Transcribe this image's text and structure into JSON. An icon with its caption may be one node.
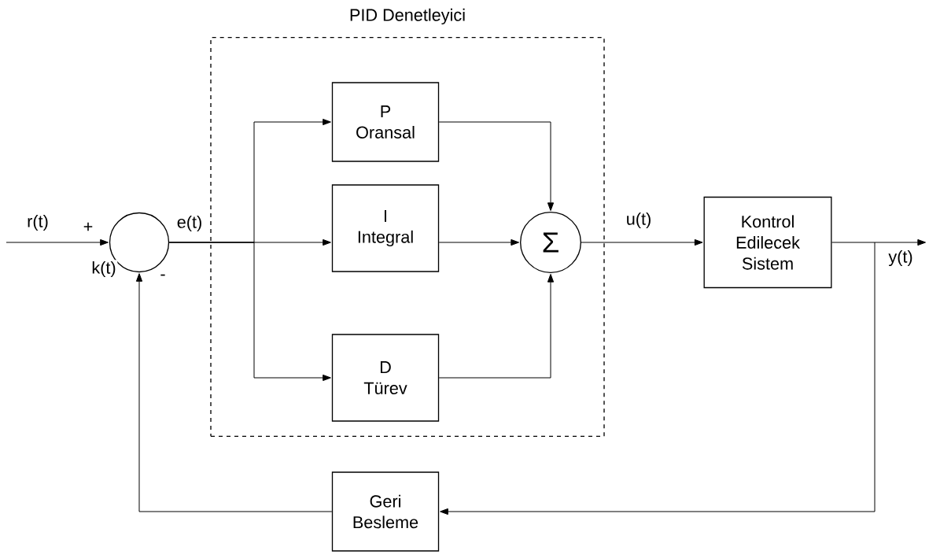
{
  "diagram": {
    "nodes": [
      {
        "text": [
          "PID Denetleyici"
        ]
      },
      {
        "text": [],
        "shape": "circle"
      },
      {
        "text": [
          "P",
          "Oransal"
        ],
        "in": 0
      },
      {
        "text": [
          "I",
          "Integral"
        ],
        "in": 0
      },
      {
        "text": [
          "D",
          "Türev"
        ],
        "in": 0
      },
      {
        "text": [
          "Σ"
        ],
        "in": 0
      },
      {
        "text": [
          "Kontrol Edilecek Sistem"
        ]
      },
      {
        "text": [
          "Geri",
          "Besleme"
        ]
      }
    ],
    "edges": [
      {
        "from": null,
        "to": 1,
        "arrow": "to",
        "label": "r(t)"
      },
      {
        "from": 1,
        "to": 2,
        "arrow": "to"
      },
      {
        "from": 1,
        "to": 3,
        "arrow": "to",
        "label": "e(t)"
      },
      {
        "from": 1,
        "to": 4,
        "arrow": "to"
      },
      {
        "from": 2,
        "to": 5,
        "arrow": "to"
      },
      {
        "from": 3,
        "to": 5,
        "arrow": "to"
      },
      {
        "from": 4,
        "to": 5,
        "arrow": "to"
      },
      {
        "from": 5,
        "to": 6,
        "arrow": "to",
        "label": "u(t)"
      },
      {
        "from": 6,
        "to": null,
        "arrow": "to",
        "label": "y(t)"
      },
      {
        "from": 6,
        "to": 7,
        "arrow": "to"
      },
      {
        "from": 7,
        "to": 1,
        "arrow": "to",
        "label": "k(t)"
      }
    ],
    "labels": [
      "+",
      "-"
    ]
  }
}
